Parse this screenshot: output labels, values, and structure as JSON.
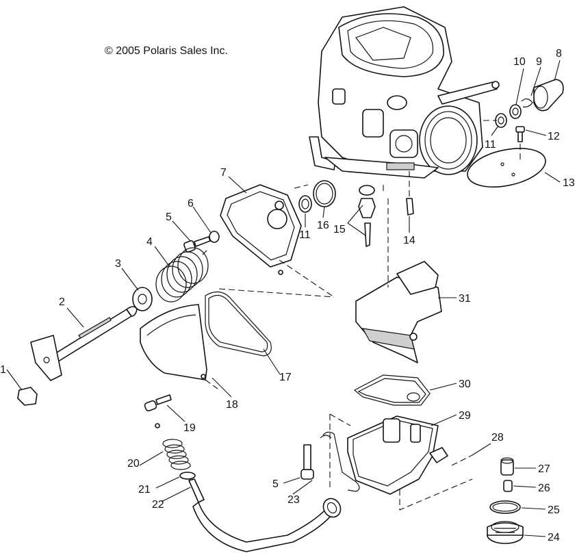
{
  "copyright": "© 2005 Polaris Sales Inc.",
  "callouts": {
    "c1": "1",
    "c2": "2",
    "c3": "3",
    "c4": "4",
    "c5a": "5",
    "c5b": "5",
    "c6": "6",
    "c7": "7",
    "c8": "8",
    "c9": "9",
    "c10": "10",
    "c11a": "11",
    "c11b": "11",
    "c12": "12",
    "c13": "13",
    "c14": "14",
    "c15": "15",
    "c16": "16",
    "c17": "17",
    "c18": "18",
    "c19": "19",
    "c20": "20",
    "c21": "21",
    "c22": "22",
    "c23": "23",
    "c24": "24",
    "c25": "25",
    "c26": "26",
    "c27": "27",
    "c28": "28",
    "c29": "29",
    "c30": "30",
    "c31": "31"
  }
}
